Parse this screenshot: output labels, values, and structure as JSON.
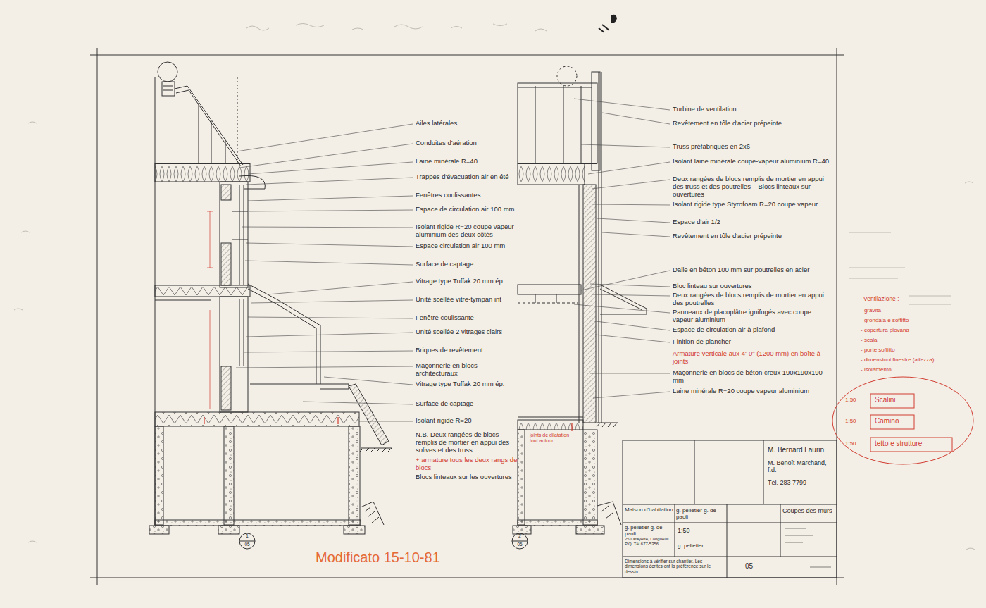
{
  "diagram": {
    "labels": [
      "Ailes latérales",
      "Conduites d'aération",
      "Laine minérale R=40",
      "Trappes d'évacuation air en été",
      "Fenêtres coulissantes",
      "Espace de circulation air 100 mm",
      "Isolant rigide R=20 coupe vapeur aluminium des deux côtés",
      "Espace circulation air 100 mm",
      "Surface de captage",
      "Vitrage type Tuffak 20 mm ép.",
      "Unité scellée vitre-tympan int",
      "Fenêtre coulissante",
      "Unité scellée 2 vitrages clairs",
      "Briques de revêtement",
      "Maçonnerie en blocs architecturaux",
      "Vitrage type Tuffak 20 mm ép.",
      "Surface de captage",
      "Isolant rigide R=20",
      "N.B. Deux rangées de blocs remplis de mortier en appui des solives et des truss",
      "+ armature tous les deux rangs de blocs",
      "Blocs linteaux sur les ouvertures",
      "Turbine de ventilation",
      "Revêtement en tôle d'acier prépeinte",
      "Truss préfabriqués en 2x6",
      "Isolant laine minérale coupe-vapeur aluminium R=40",
      "Deux rangées de blocs remplis de mortier en appui des truss et des poutrelles – Blocs linteaux sur ouvertures",
      "Isolant rigide type Styrofoam R=20 coupe vapeur",
      "Espace d'air 1/2",
      "Revêtement en tôle d'acier prépeinte",
      "Dalle en béton 100 mm sur poutrelles en acier",
      "Bloc linteau sur ouvertures",
      "Deux rangées de blocs remplis de mortier en appui des poutrelles",
      "Panneaux de placoplâtre ignifugés avec coupe vapeur aluminium",
      "Espace de circulation air à plafond",
      "Finition de plancher",
      "Armature verticale aux 4'-0\" (1200 mm) en boîte à joints",
      "Maçonnerie en blocs de béton creux 190x190x190 mm",
      "Laine minérale R=20 coupe vapeur aluminium",
      "joints de dilatation tout autour",
      "M. Bernard Laurin",
      "M. Benoît Marchand, f.d.",
      "Tél. 283 7799",
      "Maison d'habitation",
      "g. pelletier g. de paoli",
      "Coupes des murs",
      "g. pelletier g. de paoli",
      "25 Lafayette, Longueuil P.Q. Tél 677-5356",
      "1:50",
      "g. pelletier",
      "Dimensions à vérifier sur chantier. Les dimensions écrites ont la préférence sur le dessin.",
      "05",
      "Modificato 15-10-81",
      "1",
      "05",
      "2",
      "05",
      "Ventilazione :",
      "- gravità",
      "- grondaia e soffitto",
      "- copertura piovana",
      "- scala",
      "- porte soffitto",
      "- dimensioni finestre (altezza)",
      "- isolamento",
      "1:50",
      "Scalini",
      "1:50",
      "Camino",
      "1:50",
      "tetto e strutture"
    ]
  }
}
